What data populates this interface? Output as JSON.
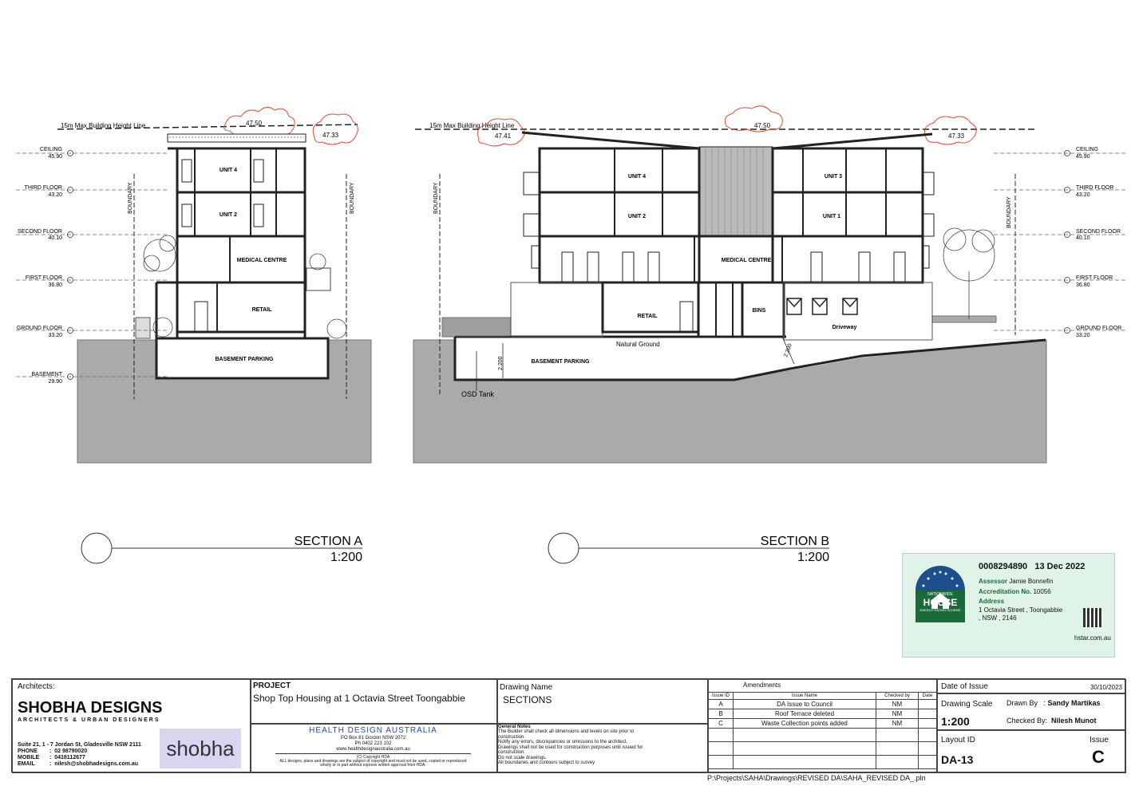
{
  "section_a": {
    "title": "SECTION A",
    "scale": "1:200",
    "height_line_label": "15m Max Building Height Line",
    "clouds": [
      "47.50",
      "47.33"
    ],
    "levels": [
      {
        "name": "CEILING",
        "rl": "45.90"
      },
      {
        "name": "THIRD FLOOR",
        "rl": "43.20"
      },
      {
        "name": "SECOND FLOOR",
        "rl": "40.10"
      },
      {
        "name": "FIRST FLOOR",
        "rl": "36.80"
      },
      {
        "name": "GROUND FLOOR",
        "rl": "33.20"
      },
      {
        "name": "BASEMENT",
        "rl": "29.90"
      }
    ],
    "boundary_label": "BOUNDARY",
    "rooms": [
      "UNIT 4",
      "UNIT 2",
      "MEDICAL CENTRE",
      "RETAIL",
      "BASEMENT PARKING"
    ]
  },
  "section_b": {
    "title": "SECTION B",
    "scale": "1:200",
    "height_line_label": "15m Max Building Height Line",
    "clouds": [
      "47.41",
      "47.50",
      "47.33"
    ],
    "levels": [
      {
        "name": "CEILING",
        "rl": "45.90"
      },
      {
        "name": "THIRD FLOOR",
        "rl": "43.20"
      },
      {
        "name": "SECOND FLOOR",
        "rl": "40.10"
      },
      {
        "name": "FIRST FLOOR",
        "rl": "36.80"
      },
      {
        "name": "GROUND FLOOR",
        "rl": "33.20"
      }
    ],
    "boundary_label": "BOUNDARY",
    "rooms": [
      "UNIT 4",
      "UNIT 3",
      "UNIT 2",
      "UNIT 1",
      "MEDICAL CENTRE",
      "RETAIL",
      "BINS",
      "Driveway",
      "BASEMENT PARKING"
    ],
    "notes": [
      "Natural Ground",
      "OSD Tank",
      "2.200",
      "2.200"
    ]
  },
  "certificate": {
    "number": "0008294890",
    "date": "13 Dec 2022",
    "assessor_label": "Assessor",
    "assessor": "Jamie Bonnefin",
    "accreditation_label": "Accreditation No.",
    "accreditation": "10056",
    "address_label": "Address",
    "address_line1": "1 Octavia Street , Toongabbie",
    "address_line2": ", NSW , 2146",
    "website": "hstar.com.au",
    "logo_top": "NATIONWIDE",
    "logo_main": "HOUSE",
    "logo_sub": "ENERGY RATING SCHEME"
  },
  "title_block": {
    "architects_label": "Architects:",
    "firm_name": "SHOBHA DESIGNS",
    "firm_tagline": "ARCHITECTS & URBAN DESIGNERS",
    "firm_address": "Suite 21, 1 - 7 Jordan St, Gladesville NSW 2111",
    "phone_label": "PHONE",
    "phone": "02 98790020",
    "mobile_label": "MOBILE",
    "mobile": "0418112677",
    "email_label": "EMAIL",
    "email": "nilesh@shobhadesigns.com.au",
    "logo_text": "shobha",
    "project_label": "PROJECT",
    "project_name": "Shop Top Housing at 1 Octavia Street Toongabbie",
    "hda_name": "HEALTH DESIGN AUSTRALIA",
    "hda_address": "PO Box 81 Gordon NSW 2072",
    "hda_phone": "Ph 0402 223 102",
    "hda_web": "www.healthdesignaustralia.com.au",
    "hda_copyright": "(C) Copyright HDA",
    "hda_notice": "ALL designs, plans and drawings are the subject of copyright and must not be used, copied or reproduced wholly or in part without express written approval from HDA.",
    "drawing_name_label": "Drawing Name",
    "drawing_name": "SECTIONS",
    "general_notes_label": "General Notes",
    "general_notes": [
      "The Builder shall check all dimensions and levels on site prior to",
      "construction.",
      "Notify any errors, discrepancies or omissions to the architect.",
      "Drawings shall not be used for construction purposes until issued for",
      "construction.",
      "Do not scale drawings.",
      "All boundaries and contours subject to survey"
    ],
    "amendments_label": "Amendments",
    "amend_headers": [
      "Issue ID",
      "Issue Name",
      "Checked by",
      "Date"
    ],
    "amendments": [
      {
        "id": "A",
        "name": "DA Issue to Council",
        "checked": "NM",
        "date": ""
      },
      {
        "id": "B",
        "name": "Roof Terrace deleted",
        "checked": "NM",
        "date": ""
      },
      {
        "id": "C",
        "name": "Waste Collection points added",
        "checked": "NM",
        "date": ""
      }
    ],
    "date_of_issue_label": "Date of Issue",
    "date_of_issue": "30/10/2023",
    "drawing_scale_label": "Drawing Scale",
    "drawing_scale": "1:200",
    "drawn_by_label": "Drawn By",
    "drawn_by": "Sandy Martikas",
    "checked_by_label": "Checked By:",
    "checked_by": "Nilesh Munot",
    "layout_id_label": "Layout ID",
    "layout_id": "DA-13",
    "issue_label": "Issue",
    "issue": "C",
    "file_path": "P:\\Projects\\SAHA\\Drawings\\REVISED DA\\SAHA_REVISED DA_.pln"
  }
}
